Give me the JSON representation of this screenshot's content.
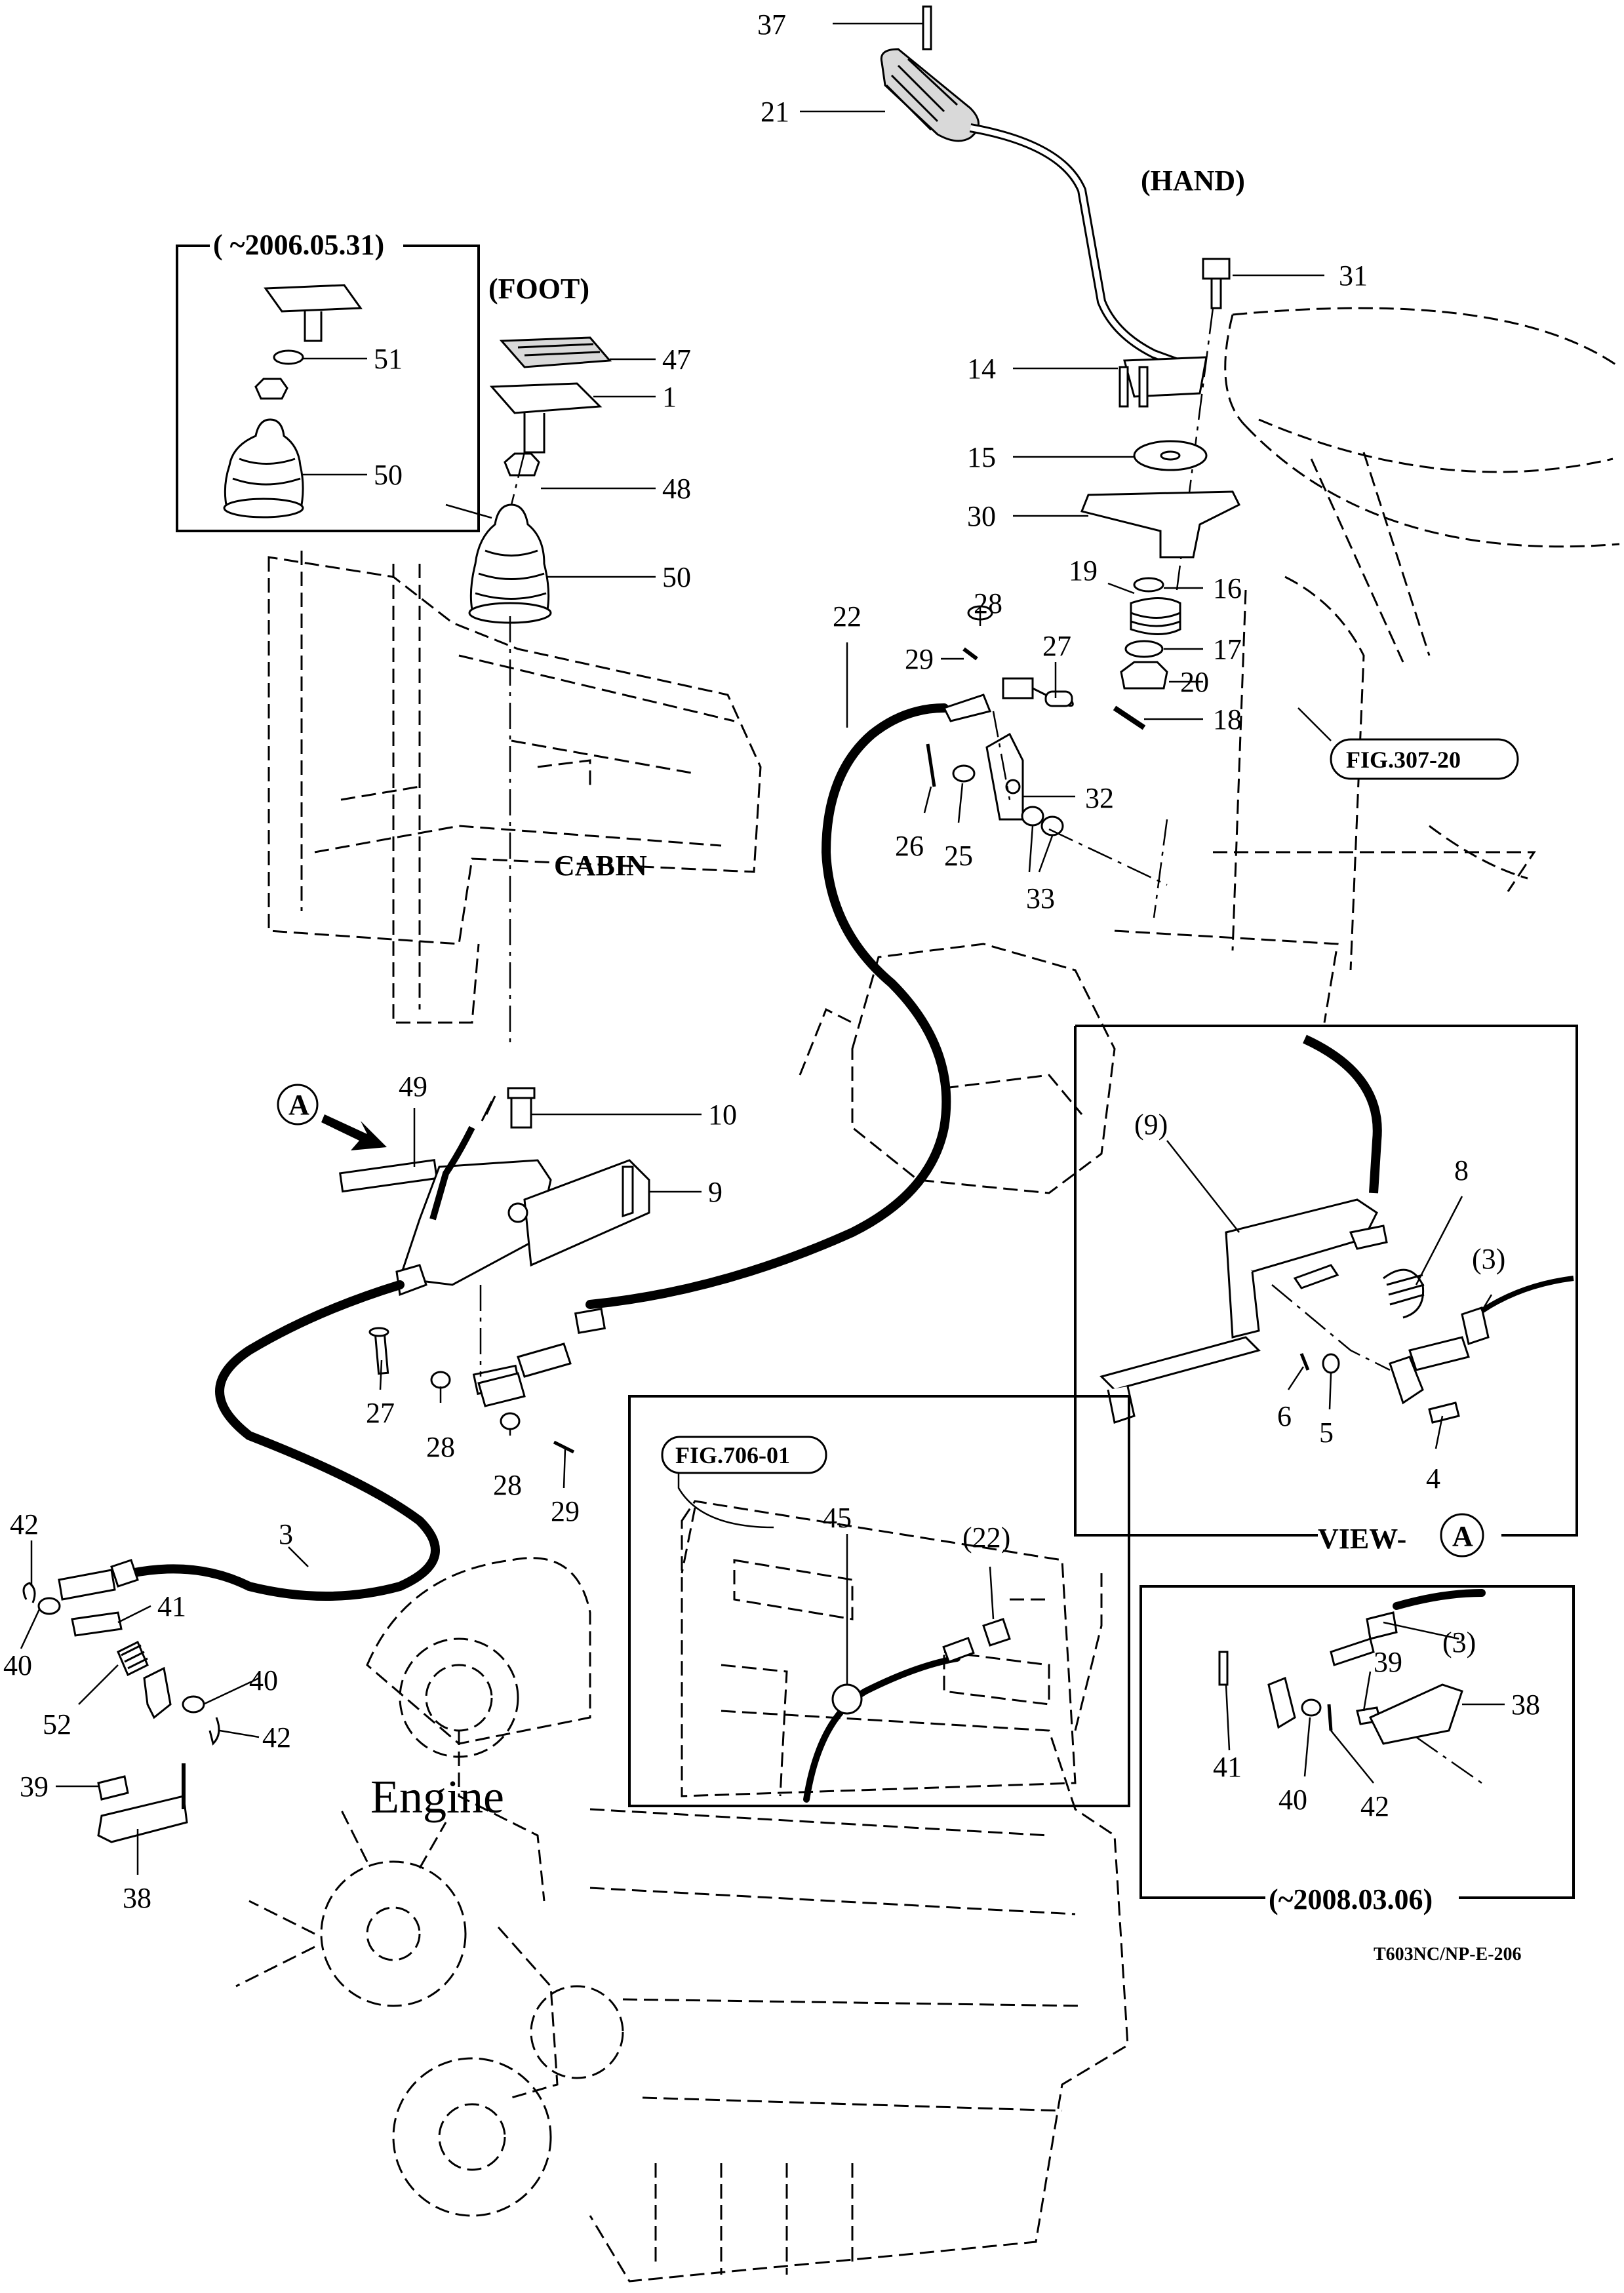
{
  "labels": {
    "hand": "(HAND)",
    "foot": "(FOOT)",
    "cabin": "CABIN",
    "engine": "Engine",
    "inset_date_top": "( ~2006.05.31)",
    "inset_date_bottom": "(~2008.03.06)",
    "view_a": "VIEW-",
    "view_a_letter": "A",
    "arrow_a": "A",
    "fig_307": "FIG.307-20",
    "fig_706": "FIG.706-01",
    "doc_code": "T603NC/NP-E-206"
  },
  "callouts": {
    "c37": "37",
    "c21": "21",
    "c31": "31",
    "c14": "14",
    "c15": "15",
    "c30": "30",
    "c19": "19",
    "c16": "16",
    "c17": "17",
    "c20": "20",
    "c18": "18",
    "c28a": "28",
    "c27a": "27",
    "c29a": "29",
    "c22": "22",
    "c26": "26",
    "c25": "25",
    "c32": "32",
    "c33": "33",
    "c47": "47",
    "c1": "1",
    "c48": "48",
    "c50a": "50",
    "c51": "51",
    "c50b": "50",
    "c49": "49",
    "c10": "10",
    "c9": "9",
    "c27b": "27",
    "c28b": "28",
    "c28c": "28",
    "c29b": "29",
    "c3": "3",
    "c42a": "42",
    "c40a": "40",
    "c41a": "41",
    "c52": "52",
    "c40b": "40",
    "c42b": "42",
    "c39a": "39",
    "c38a": "38",
    "c45": "45",
    "c22b": "(22)",
    "c9v": "(9)",
    "c8": "8",
    "c3v": "(3)",
    "c6": "6",
    "c5": "5",
    "c4": "4",
    "c3i": "(3)",
    "c39i": "39",
    "c38i": "38",
    "c41i": "41",
    "c40i": "40",
    "c42i": "42"
  }
}
